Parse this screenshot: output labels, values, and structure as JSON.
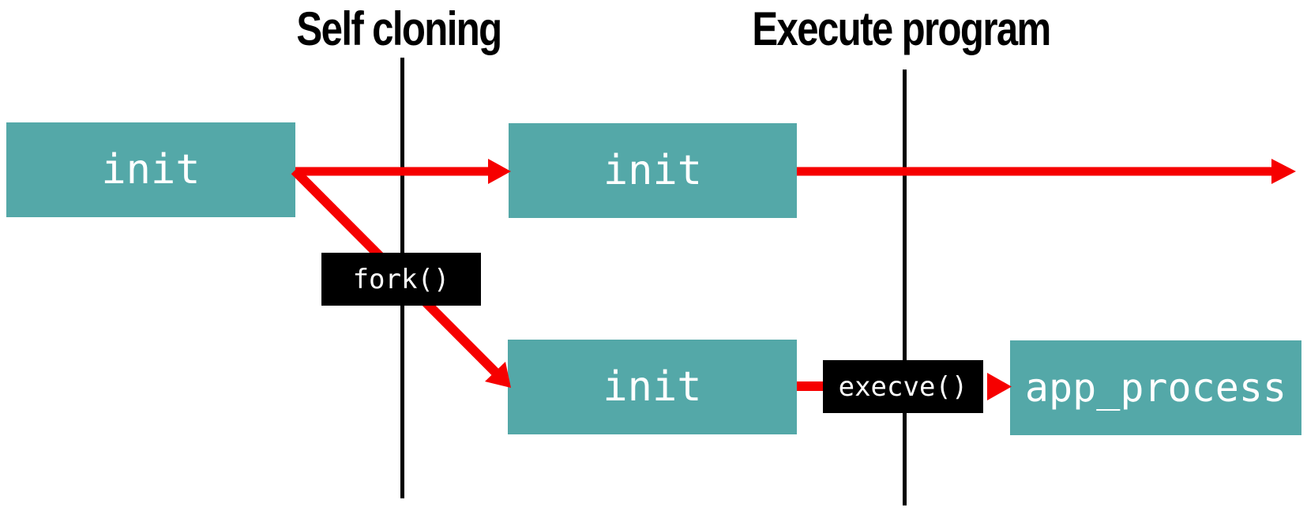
{
  "diagram": {
    "phases": [
      {
        "id": "self-cloning",
        "label": "Self cloning"
      },
      {
        "id": "execute-program",
        "label": "Execute program"
      }
    ],
    "nodes": {
      "init_parent": {
        "label": "init"
      },
      "init_child": {
        "label": "init"
      },
      "init_forked": {
        "label": "init"
      },
      "app_process": {
        "label": "app_process"
      }
    },
    "calls": {
      "fork": {
        "label": "fork()"
      },
      "execve": {
        "label": "execve()"
      }
    },
    "colors": {
      "background": "#ffffff",
      "process_fill": "#54a8a8",
      "process_text": "#ffffff",
      "call_fill": "#000000",
      "call_text": "#ffffff",
      "arrow": "#f60000",
      "line": "#000000",
      "heading_text": "#000000"
    }
  }
}
